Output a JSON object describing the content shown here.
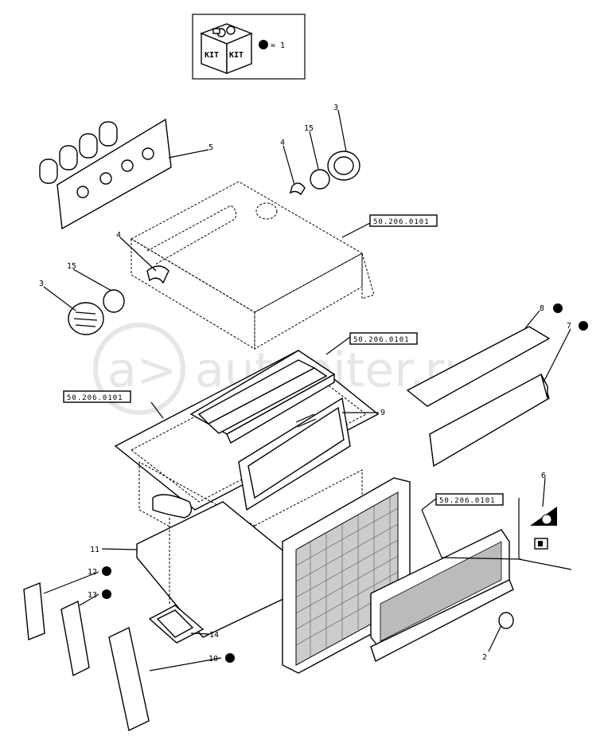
{
  "kit": {
    "kit_text_left": "KIT",
    "kit_text_right": "KIT",
    "equals_label": "= 1"
  },
  "watermark": "autopiter.ru",
  "references": [
    "50.206.0101",
    "50.206.0101",
    "50.206.0101",
    "50.206.0101"
  ],
  "callouts": [
    {
      "id": "c3a",
      "label": "3"
    },
    {
      "id": "c15a",
      "label": "15"
    },
    {
      "id": "c4a",
      "label": "4"
    },
    {
      "id": "c5",
      "label": "5"
    },
    {
      "id": "c4b",
      "label": "4"
    },
    {
      "id": "c15b",
      "label": "15"
    },
    {
      "id": "c3b",
      "label": "3"
    },
    {
      "id": "c8",
      "label": "8"
    },
    {
      "id": "c7",
      "label": "7"
    },
    {
      "id": "c9",
      "label": "9"
    },
    {
      "id": "c6",
      "label": "6"
    },
    {
      "id": "c11",
      "label": "11"
    },
    {
      "id": "c12",
      "label": "12"
    },
    {
      "id": "c13",
      "label": "13"
    },
    {
      "id": "c14",
      "label": "14"
    },
    {
      "id": "c10",
      "label": "10"
    },
    {
      "id": "c2",
      "label": "2"
    }
  ],
  "colors": {
    "ink": "#000000",
    "paper": "#ffffff",
    "watermark": "#e6e6e6"
  }
}
